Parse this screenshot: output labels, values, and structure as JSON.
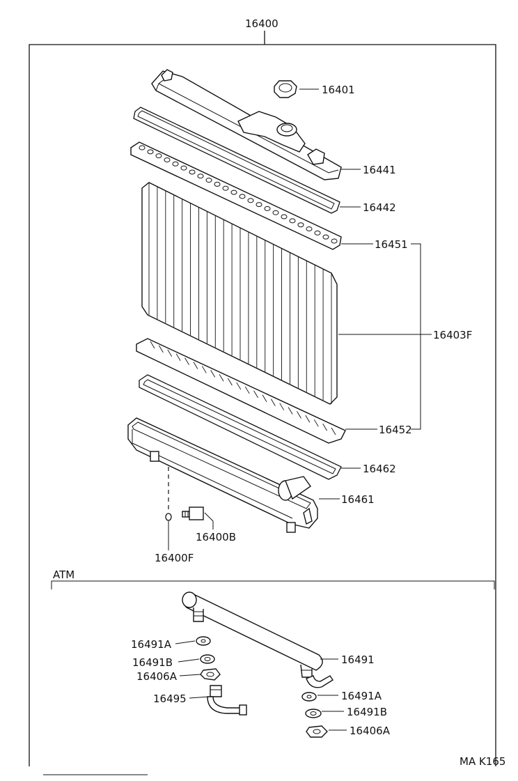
{
  "diagram": {
    "assembly_number": "16400",
    "section_label": "ATM",
    "footer_code": "MA K165",
    "callouts": {
      "p16401": "16401",
      "p16441": "16441",
      "p16442": "16442",
      "p16451": "16451",
      "p16403F": "16403F",
      "p16452": "16452",
      "p16462": "16462",
      "p16461": "16461",
      "p16400B": "16400B",
      "p16400F": "16400F",
      "p16491A_left": "16491A",
      "p16491B_left": "16491B",
      "p16406A_left": "16406A",
      "p16495": "16495",
      "p16491": "16491",
      "p16491A_right": "16491A",
      "p16491B_right": "16491B",
      "p16406A_right": "16406A"
    }
  }
}
